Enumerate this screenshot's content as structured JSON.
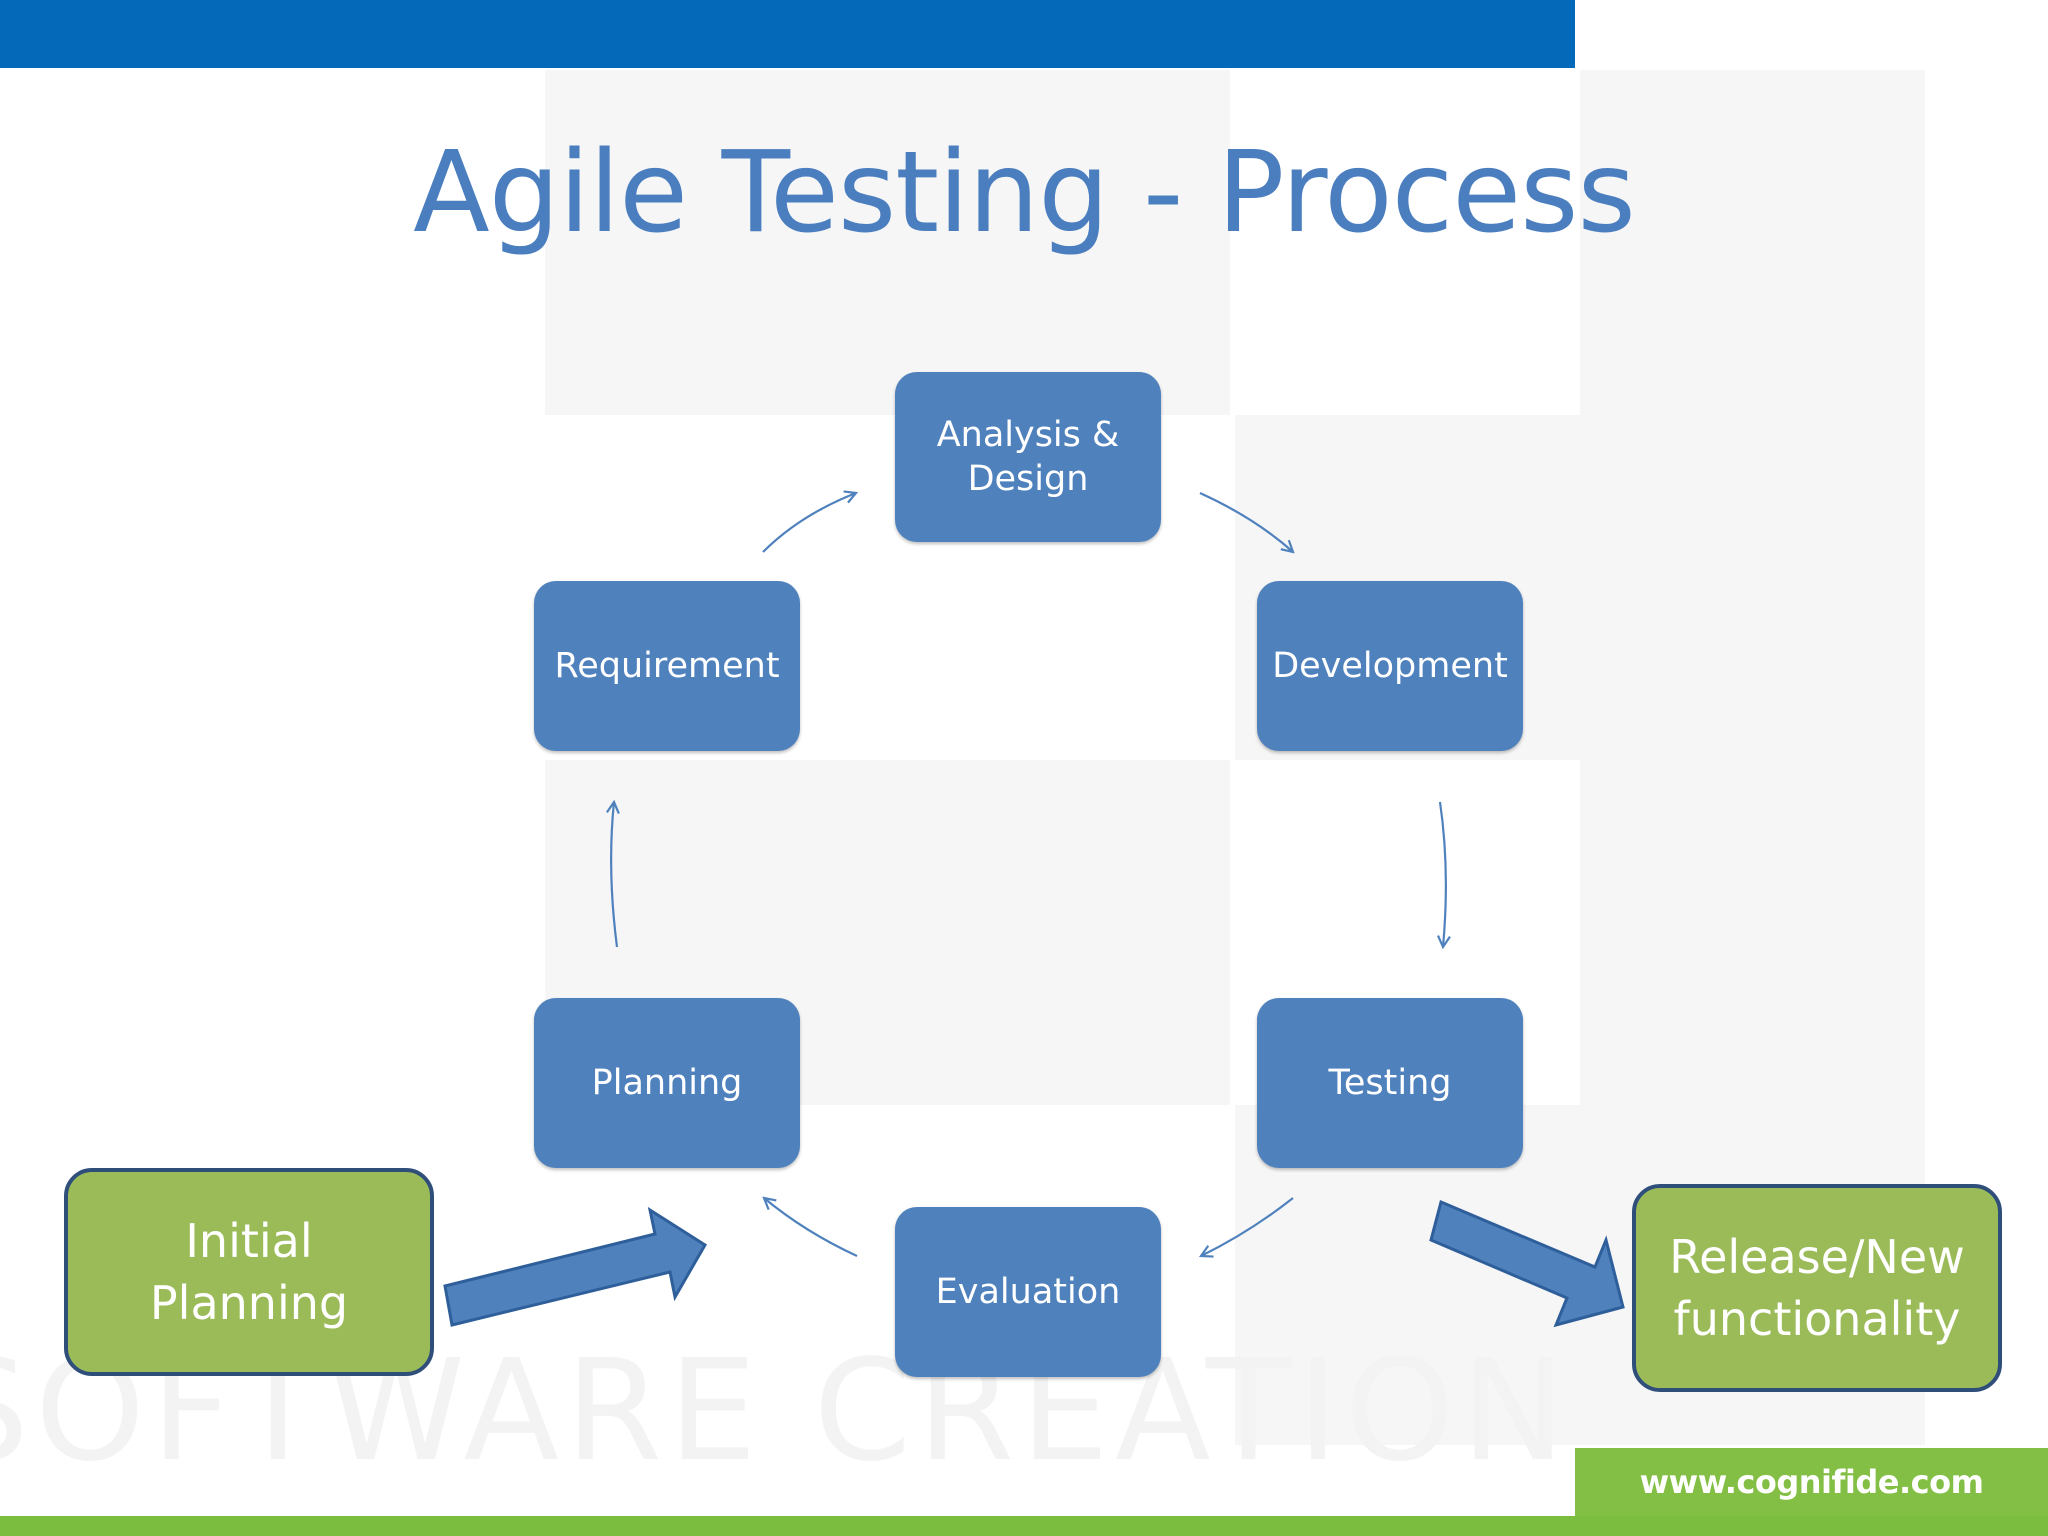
{
  "slide": {
    "title": "Agile Testing - Process",
    "footer_url": "www.cognifide.com",
    "watermark": "SOFTWARE CREATION"
  },
  "cycle": {
    "analysis_design": "Analysis & Design",
    "development": "Development",
    "testing": "Testing",
    "evaluation": "Evaluation",
    "planning": "Planning",
    "requirement": "Requirement"
  },
  "initial_planning": "Initial Planning",
  "release": "Release/New functionality",
  "colors": {
    "cycle_box": "#4f81bd",
    "green_box": "#9bbb59",
    "title": "#4a7ebf",
    "top_bar": "#0369b8",
    "footer_green": "#84bf45"
  }
}
